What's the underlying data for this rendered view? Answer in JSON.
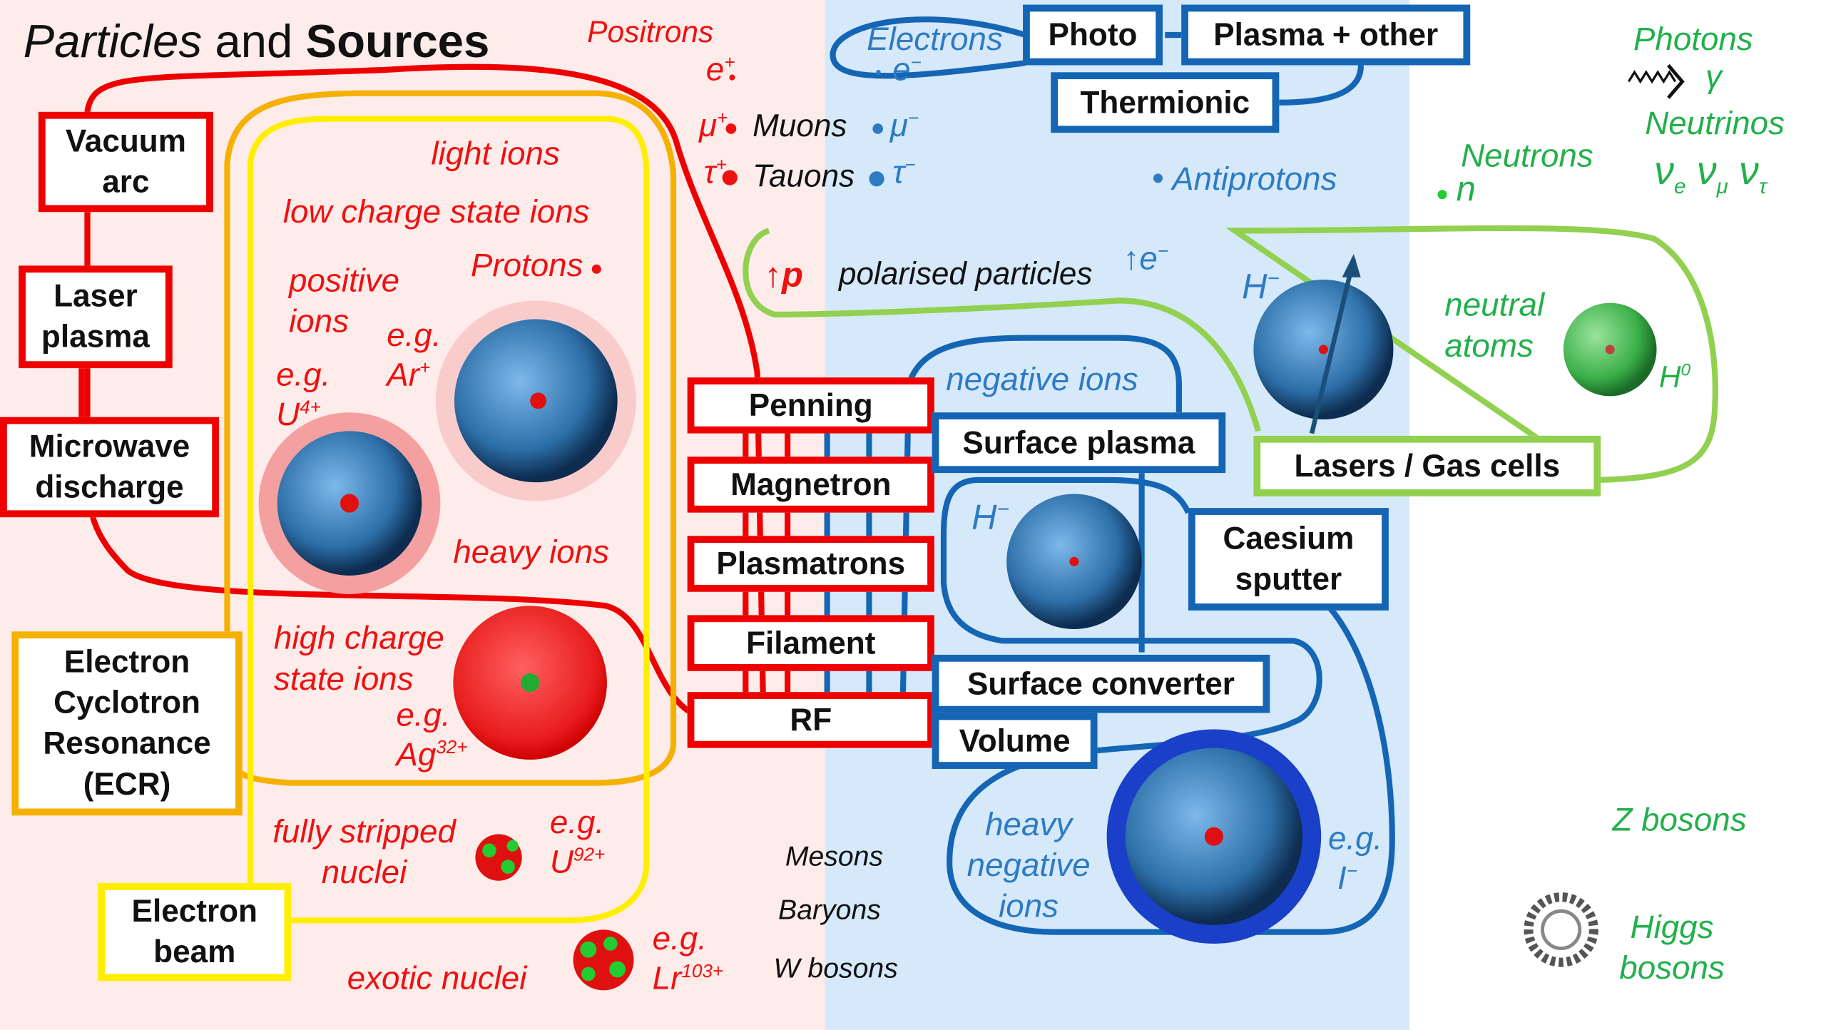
{
  "title": {
    "part1": "Particles",
    "part2": " and ",
    "part3": "Sources"
  },
  "colors": {
    "zone_left": "#fdecea",
    "zone_mid": "#d5e9fa",
    "zone_right": "#ffffff",
    "red": "#ee0000",
    "blue": "#1565b5",
    "orange": "#f5b000",
    "yellow": "#ffee00",
    "green": "#92d050",
    "text_red": "#ee1111",
    "text_blue": "#2e7bc4",
    "text_green": "#22b04b"
  },
  "boxes": {
    "vacuum_arc": "Vacuum\narc",
    "laser_plasma": "Laser\nplasma",
    "microwave_discharge": "Microwave\ndischarge",
    "ecr": "Electron\nCyclotron\nResonance\n(ECR)",
    "electron_beam": "Electron\nbeam",
    "penning": "Penning",
    "magnetron": "Magnetron",
    "plasmatrons": "Plasmatrons",
    "filament": "Filament",
    "rf": "RF",
    "photo": "Photo",
    "plasma_other": "Plasma + other",
    "thermionic": "Thermionic",
    "surface_plasma": "Surface plasma",
    "caesium_sputter": "Caesium\nsputter",
    "surface_converter": "Surface converter",
    "volume": "Volume",
    "lasers_gas_cells": "Lasers / Gas cells"
  },
  "particles": {
    "positrons": "Positrons",
    "e_plus": "e",
    "muons": "Muons",
    "tauons": "Tauons",
    "electrons": "Electrons",
    "e_minus": "e",
    "antiprotons": "Antiprotons",
    "photons": "Photons",
    "gamma": "γ",
    "neutrinos": "Neutrinos",
    "neutrons": "Neutrons",
    "n": "n",
    "z_bosons": "Z bosons",
    "higgs": "Higgs\nbosons",
    "mesons": "Mesons",
    "baryons": "Baryons",
    "w_bosons": "W bosons"
  },
  "ion_labels": {
    "light_ions": "light ions",
    "low_charge_state_ions": "low charge state ions",
    "protons": "Protons",
    "positive_ions": "positive\nions",
    "eg": "e.g.",
    "ar": "Ar",
    "u": "U",
    "heavy_ions": "heavy ions",
    "high_charge_state_ions": "high charge\nstate ions",
    "ag": "Ag",
    "fully_stripped_nuclei": "fully stripped\nnuclei",
    "u92": "U",
    "exotic_nuclei": "exotic nuclei",
    "lr": "Lr",
    "polarised_particles": "polarised particles",
    "p": "p",
    "negative_ions": "negative ions",
    "h_minus": "H",
    "heavy_negative_ions": "heavy\nnegative\nions",
    "i_minus": "I",
    "neutral_atoms": "neutral\natoms",
    "h0": "H"
  }
}
